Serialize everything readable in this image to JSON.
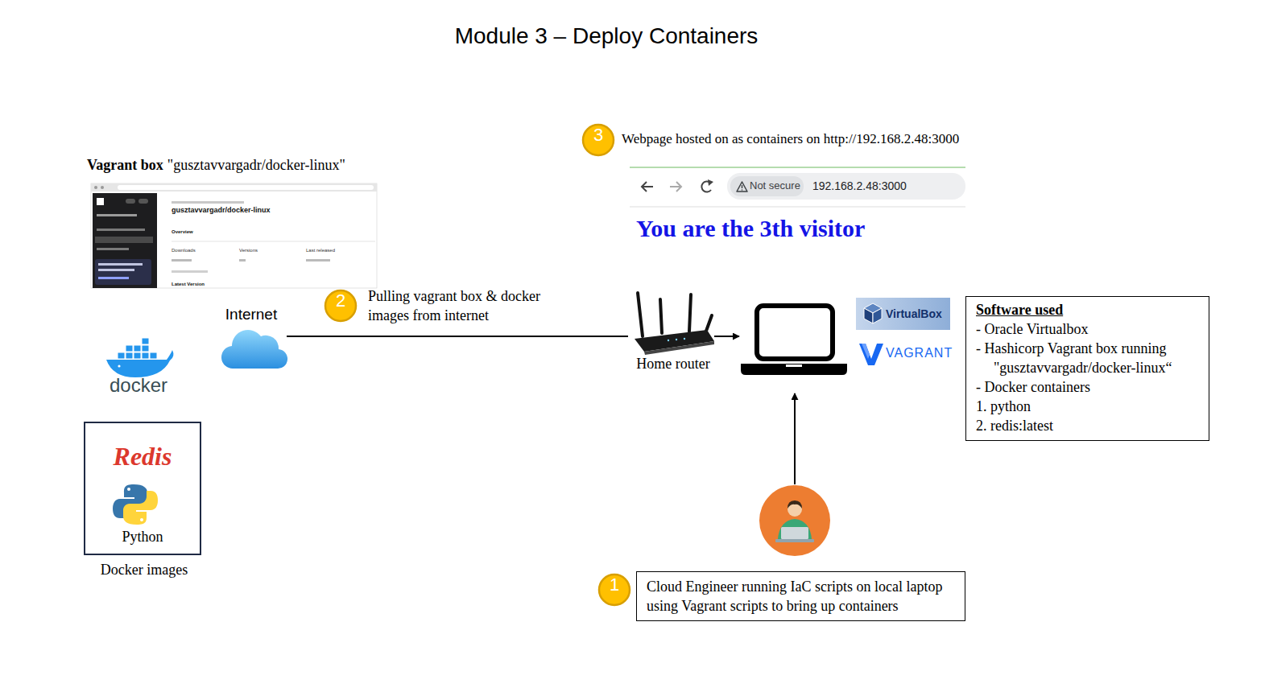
{
  "diagram": {
    "title": "Module 3 – Deploy Containers",
    "nodes": [
      {
        "text": [
          "Vagrant box",
          "\"gusztavvargadr/docker-linux\"",
          "gusztavvargadr/docker-linux",
          "Overview",
          "Downloads",
          "Versions",
          "Last released",
          "Latest Version"
        ]
      },
      {
        "text": [
          "Not secure",
          "192.168.2.48:3000",
          "You are the 3th visitor"
        ]
      },
      {
        "text": [
          "Internet"
        ]
      },
      {
        "text": [
          "Home router"
        ]
      },
      {
        "text": [
          "Software used",
          "- Oracle Virtualbox",
          "- Hashicorp Vagrant box running \"gusztavvargadr/docker-linux“",
          "- Docker containers",
          "1. python",
          "2. redis:latest"
        ]
      },
      {
        "text": [
          "Redis",
          "Python",
          "Docker images"
        ]
      },
      {
        "text": [
          "Cloud Engineer running IaC scripts on local laptop using Vagrant scripts to bring up containers"
        ]
      }
    ],
    "edges": [
      {
        "from": 2,
        "to": 3,
        "arrow": "none"
      }
    ],
    "labels": [
      "3",
      "Webpage hosted on as containers on http://192.168.2.48:3000",
      "2",
      "Pulling vagrant box & docker images from internet",
      "docker",
      "VirtualBox",
      "VAGRANT",
      "1"
    ]
  }
}
